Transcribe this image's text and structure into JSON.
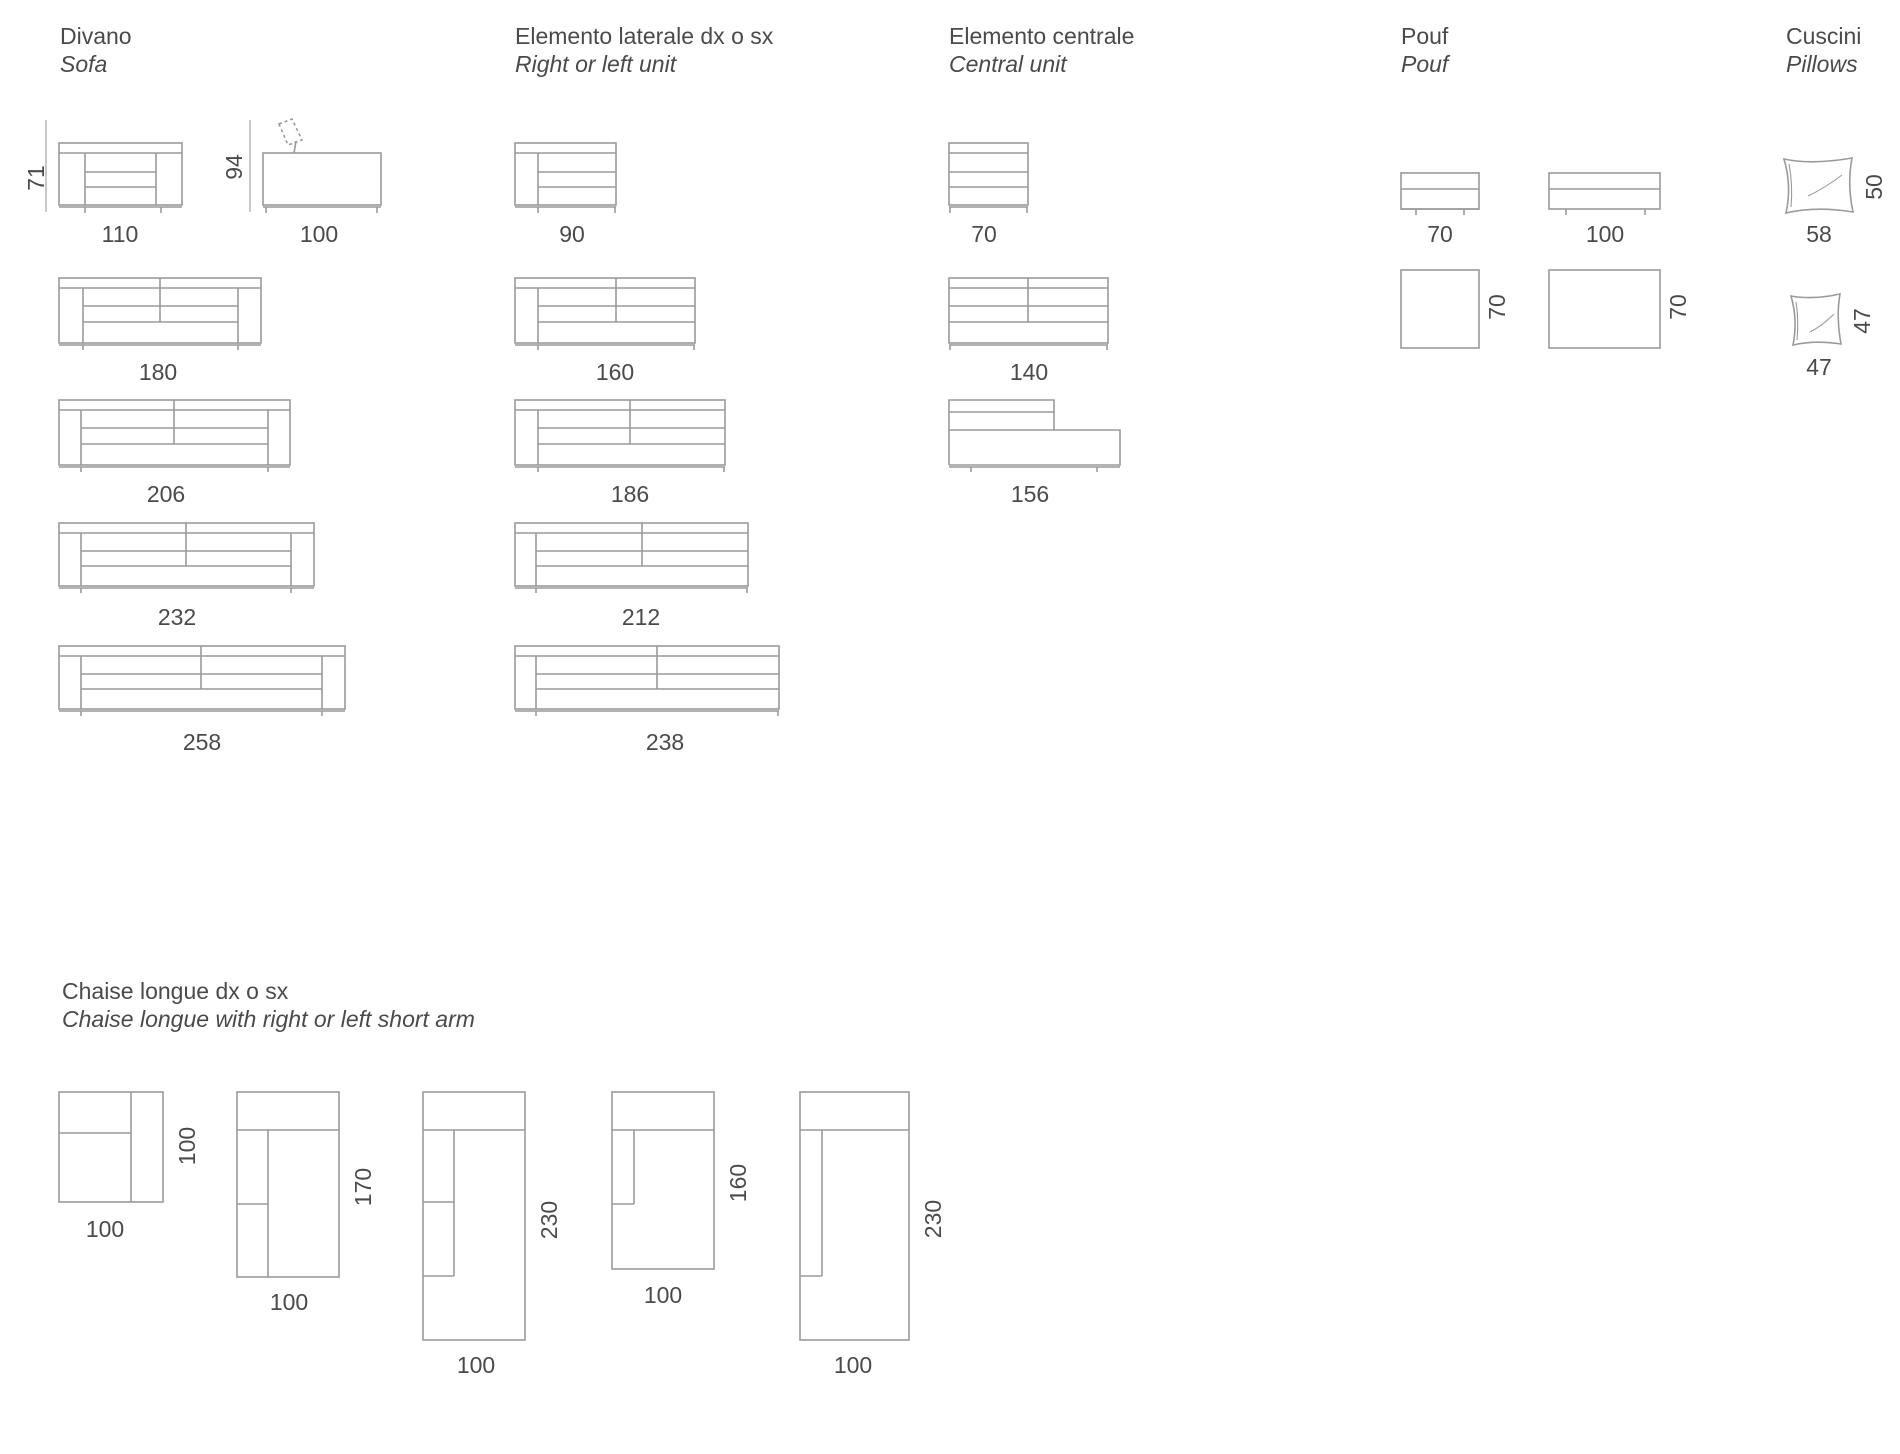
{
  "sections": {
    "sofa": {
      "title": "Divano",
      "subtitle": "Sofa"
    },
    "side_unit": {
      "title": "Elemento laterale dx o sx",
      "subtitle": "Right or left unit"
    },
    "central_unit": {
      "title": "Elemento centrale",
      "subtitle": "Central unit"
    },
    "pouf": {
      "title": "Pouf",
      "subtitle": "Pouf"
    },
    "pillows": {
      "title": "Cuscini",
      "subtitle": "Pillows"
    },
    "chaise": {
      "title": "Chaise longue dx o sx",
      "subtitle": "Chaise longue with right or left short arm"
    }
  },
  "dims": {
    "sofa": {
      "h_front": "71",
      "w_front": "110",
      "h_side": "94",
      "d_side": "100",
      "w180": "180",
      "w206": "206",
      "w232": "232",
      "w258": "258"
    },
    "side": {
      "w90": "90",
      "w160": "160",
      "w186": "186",
      "w212": "212",
      "w238": "238"
    },
    "central": {
      "w70": "70",
      "w140": "140",
      "w156": "156"
    },
    "pouf": {
      "w_small": "70",
      "w_large": "100",
      "d_small": "70",
      "d_large": "70"
    },
    "pillows": {
      "large_w": "58",
      "large_h": "50",
      "small_w": "47",
      "small_h": "47"
    },
    "chaise": {
      "a_w": "100",
      "a_d": "100",
      "b_w": "100",
      "b_d": "170",
      "c_w": "100",
      "c_d": "230",
      "d_w": "100",
      "d_d": "160",
      "e_w": "100",
      "e_d": "230"
    }
  },
  "colors": {
    "line": "#9a9a9a",
    "text": "#4a4a4a",
    "background": "#ffffff"
  }
}
